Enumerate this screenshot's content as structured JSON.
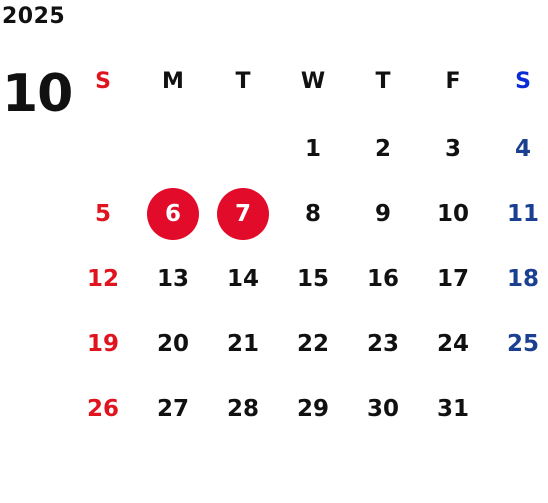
{
  "year": "2025",
  "month": "10",
  "colors": {
    "sunday": "#e0141e",
    "saturday": "#1b3f91",
    "saturday_header": "#0a2bd6",
    "holiday_circle": "#e30b2a",
    "text": "#111111"
  },
  "weekdays": [
    "S",
    "M",
    "T",
    "W",
    "T",
    "F",
    "S"
  ],
  "weeks": [
    [
      "",
      "",
      "",
      "1",
      "2",
      "3",
      "4"
    ],
    [
      "5",
      "6",
      "7",
      "8",
      "9",
      "10",
      "11"
    ],
    [
      "12",
      "13",
      "14",
      "15",
      "16",
      "17",
      "18"
    ],
    [
      "19",
      "20",
      "21",
      "22",
      "23",
      "24",
      "25"
    ],
    [
      "26",
      "27",
      "28",
      "29",
      "30",
      "31",
      ""
    ]
  ],
  "highlighted_days": [
    "6",
    "7"
  ]
}
